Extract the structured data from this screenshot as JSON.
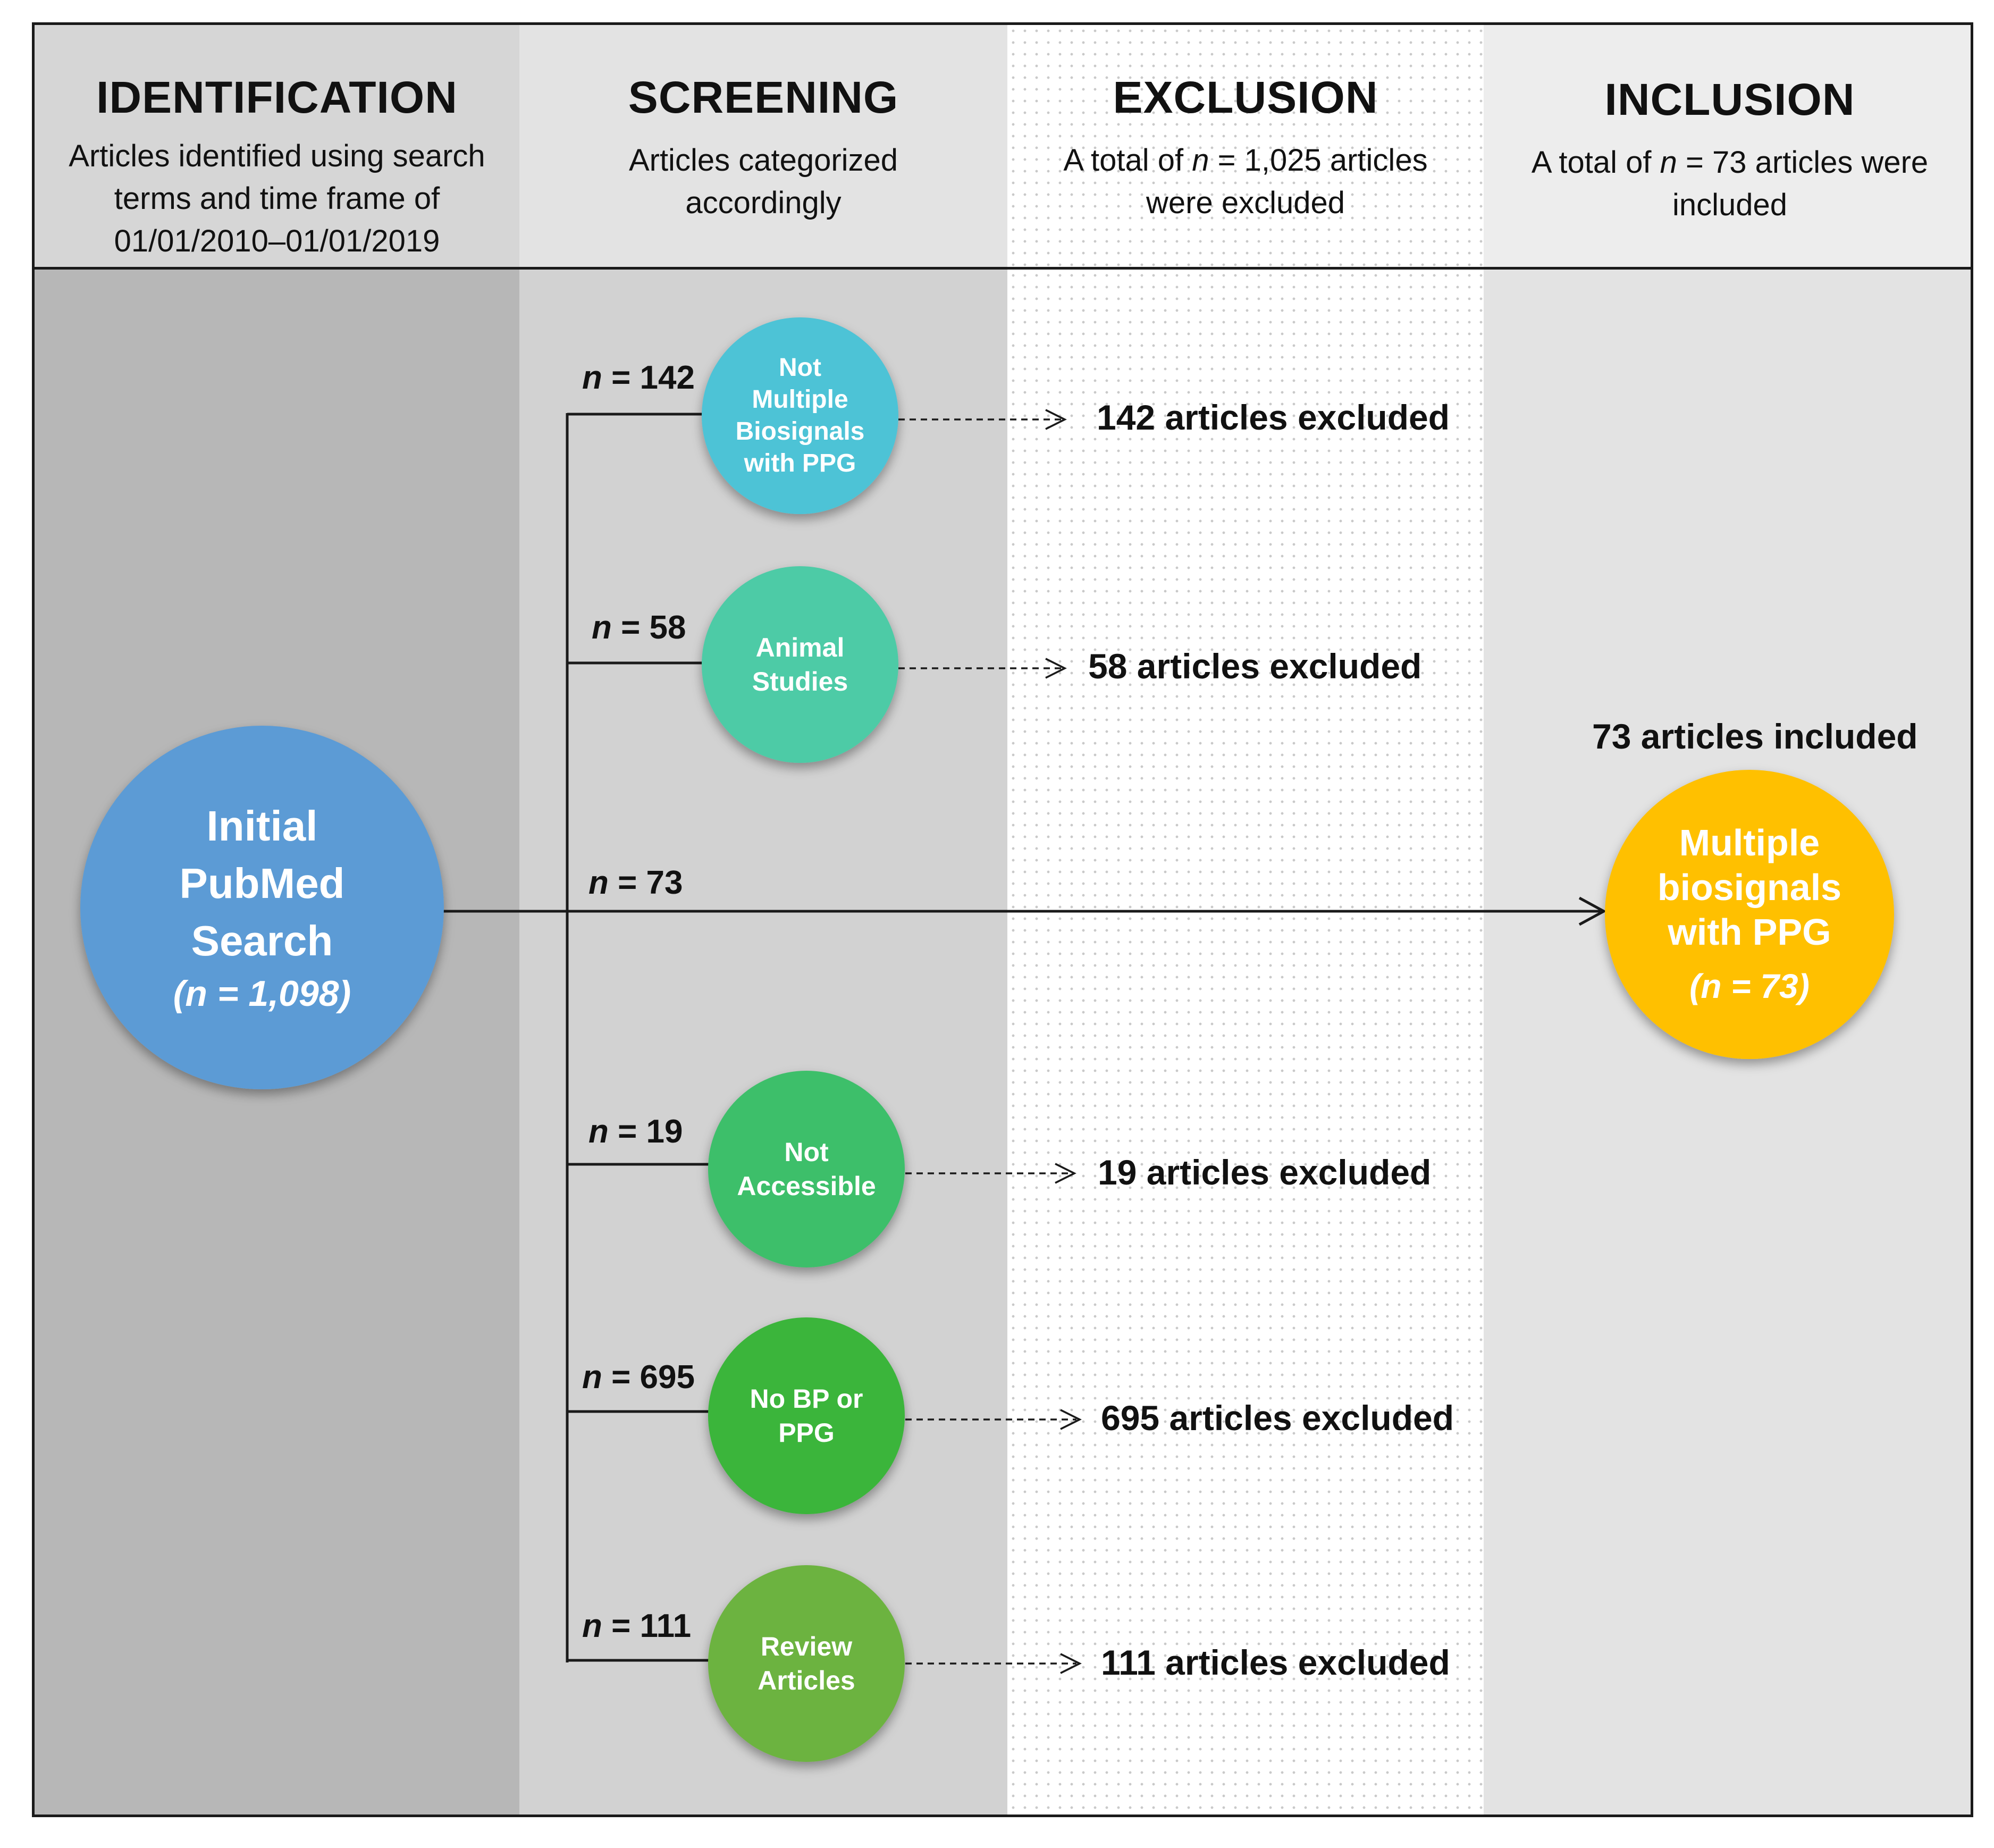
{
  "columns": [
    {
      "title": "IDENTIFICATION",
      "desc_lines": [
        "Articles identified using search",
        "terms and time frame of",
        "01/01/2010–01/01/2019"
      ]
    },
    {
      "title": "SCREENING",
      "desc_lines": [
        "Articles categorized",
        "accordingly"
      ]
    },
    {
      "title": "EXCLUSION",
      "desc_pre": "A total of ",
      "desc_n": "n",
      "desc_post": " = 1,025 articles",
      "desc_line2": "were excluded"
    },
    {
      "title": "INCLUSION",
      "desc_pre": "A total of ",
      "desc_n": "n",
      "desc_post": " = 73 articles were",
      "desc_line2": "included"
    }
  ],
  "colors": {
    "header_bg": [
      "#d6d6d6",
      "#e3e3e3",
      "#ffffff",
      "#ededed"
    ],
    "body_bg": [
      "#b7b7b7",
      "#d2d2d2",
      "#ffffff",
      "#e3e3e3"
    ],
    "initial": "#5b9bd5",
    "included": "#ffc000"
  },
  "initial_node": {
    "lines": [
      "Initial",
      "PubMed",
      "Search"
    ],
    "count": "(n = 1,098)"
  },
  "included_node": {
    "lines": [
      "Multiple",
      "biosignals",
      "with PPG"
    ],
    "count": "(n = 73)",
    "caption": "73 articles included"
  },
  "main_branch": {
    "n_italic": "n",
    "n_value": " = 73"
  },
  "screening": [
    {
      "lines": [
        "Not",
        "Multiple",
        "Biosignals",
        "with PPG"
      ],
      "n_value": " = 142",
      "excluded": "142 articles excluded",
      "color": "#4ec3d6"
    },
    {
      "lines": [
        "Animal",
        "Studies"
      ],
      "n_value": " = 58",
      "excluded": "58 articles excluded",
      "color": "#4ecba6"
    },
    {
      "lines": [
        "Not",
        "Accessible"
      ],
      "n_value": " = 19",
      "excluded": "19 articles excluded",
      "color": "#3dbf6a"
    },
    {
      "lines": [
        "No BP or",
        "PPG"
      ],
      "n_value": " = 695",
      "excluded": "695 articles excluded",
      "color": "#3ab53a"
    },
    {
      "lines": [
        "Review",
        "Articles"
      ],
      "n_value": " = 111",
      "excluded": "111 articles excluded",
      "color": "#6cb33f"
    }
  ],
  "n_symbol": "n"
}
